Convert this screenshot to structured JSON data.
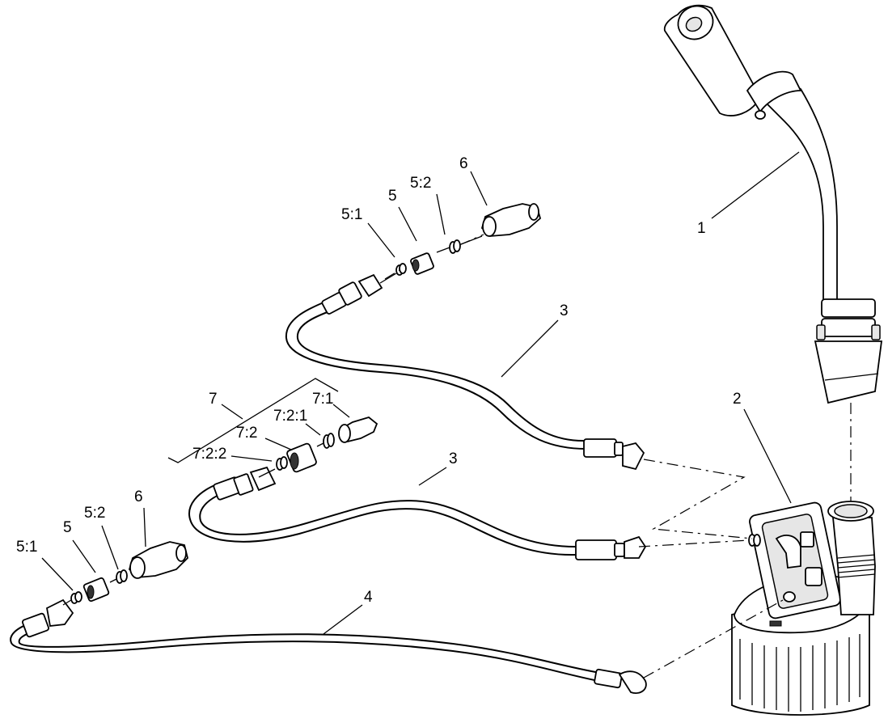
{
  "callouts": {
    "c1": "1",
    "c2": "2",
    "c3a": "3",
    "c3b": "3",
    "c4": "4",
    "c5a": "5",
    "c5b": "5",
    "c51a": "5:1",
    "c51b": "5:1",
    "c52a": "5:2",
    "c52b": "5:2",
    "c6a": "6",
    "c6b": "6",
    "c7": "7",
    "c71": "7:1",
    "c72": "7:2",
    "c721": "7:2:1",
    "c722": "7:2:2"
  }
}
